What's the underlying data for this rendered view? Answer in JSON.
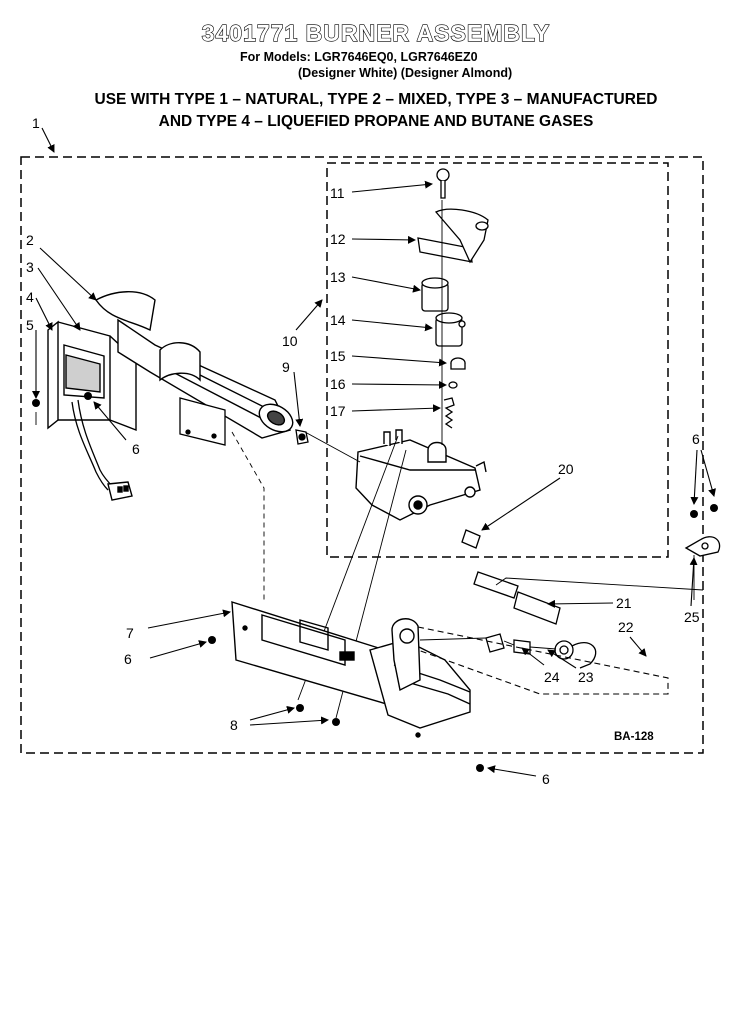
{
  "header": {
    "title": "3401771 BURNER ASSEMBLY",
    "models_line": "For Models: LGR7646EQ0, LGR7646EZ0",
    "colors_line": "(Designer White) (Designer Almond)",
    "usage_line_1": "USE WITH TYPE 1 – NATURAL, TYPE 2 – MIXED, TYPE 3 – MANUFACTURED",
    "usage_line_2": "AND TYPE 4 – LIQUEFIED PROPANE AND BUTANE GASES"
  },
  "callouts": {
    "c1": "1",
    "c2": "2",
    "c3": "3",
    "c4": "4",
    "c5": "5",
    "c6a": "6",
    "c6b": "6",
    "c6c": "6",
    "c6d": "6",
    "c7": "7",
    "c8": "8",
    "c9": "9",
    "c10": "10",
    "c11": "11",
    "c12": "12",
    "c13": "13",
    "c14": "14",
    "c15": "15",
    "c16": "16",
    "c17": "17",
    "c20": "20",
    "c21": "21",
    "c22": "22",
    "c23": "23",
    "c24": "24",
    "c25": "25"
  },
  "reference_code": "BA-128"
}
